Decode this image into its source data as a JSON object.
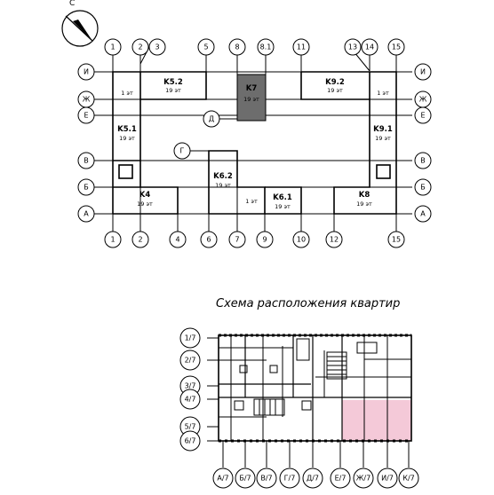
{
  "north_label": "С",
  "title": "Схема расположения квартир",
  "top_axes": [
    "1",
    "2",
    "3",
    "5",
    "8",
    "8.1",
    "11",
    "13",
    "14",
    "15"
  ],
  "bottom_axes": [
    "1",
    "2",
    "4",
    "6",
    "7",
    "9",
    "10",
    "12",
    "15"
  ],
  "left_axes": [
    "И",
    "Ж",
    "Е",
    "В",
    "Б",
    "А"
  ],
  "right_axes": [
    "И",
    "Ж",
    "Е",
    "В",
    "Б",
    "А"
  ],
  "inner_axes": [
    "Д",
    "Г"
  ],
  "sections": [
    {
      "name": "K5.2",
      "floors": "19 эт"
    },
    {
      "name": "K7",
      "floors": "19 эт"
    },
    {
      "name": "K9.2",
      "floors": "19 эт"
    },
    {
      "name": "K5.1",
      "floors": "19 эт"
    },
    {
      "name": "K9.1",
      "floors": "19 эт"
    },
    {
      "name": "K6.2",
      "floors": "19 эт"
    },
    {
      "name": "K6.1",
      "floors": "19 эт"
    },
    {
      "name": "K4",
      "floors": "19 эт"
    },
    {
      "name": "K8",
      "floors": "19 эт"
    }
  ],
  "low_floor_labels": [
    "1 эт",
    "1 эт",
    "1 эт"
  ],
  "plan_left_axes": [
    "1/7",
    "2/7",
    "3/7",
    "4/7",
    "5/7",
    "6/7"
  ],
  "plan_bottom_axes": [
    "А/7",
    "Б/7",
    "В/7",
    "Г/7",
    "Д/7",
    "Е/7",
    "Ж/7",
    "И/7",
    "К/7"
  ],
  "colors": {
    "highlight": "#f4c9d8",
    "section_k7": "#6d6d6d"
  }
}
